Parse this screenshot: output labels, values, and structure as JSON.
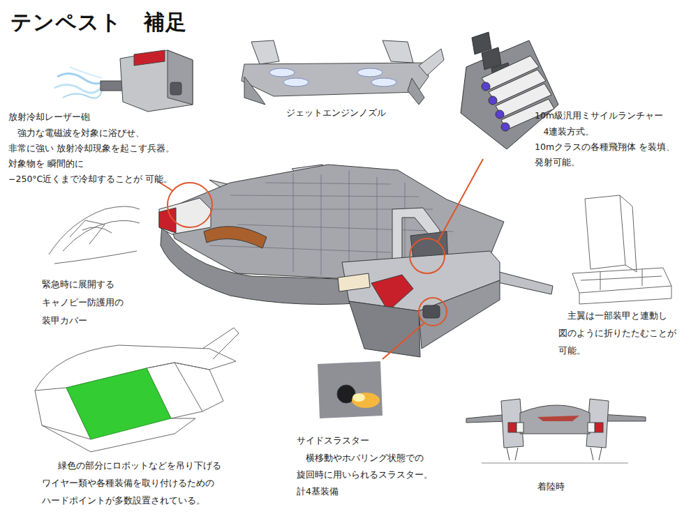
{
  "diagram": {
    "title": "テンペスト　補足",
    "labels": [
      "放射冷却レーザー砲",
      "強力な電磁波を対象に浴びせ、非常に強い 放射冷却現象を起こす兵器。対象物を 瞬間的に−250°C近くまで冷却することが 可能。",
      "ジェットエンジンノズル",
      "10m級汎用ミサイルランチャー",
      "4連装方式。10mクラスの各種飛翔体 を装填、発射可能。",
      "緊急時に展開する キャノピー防護用の 装甲カバー",
      "主翼は一部装甲と連動し 図のように折りたたむことが 可能。",
      "サイドスラスター",
      "横移動やホバリング状態での 旋回時に用いられるスラスター。 計4基装備",
      "緑色の部分にロボットなどを吊り下げる ワイヤー類や各種装備を取り付けるための ハードポイントが多数設置されている。",
      "着陸時"
    ]
  }
}
